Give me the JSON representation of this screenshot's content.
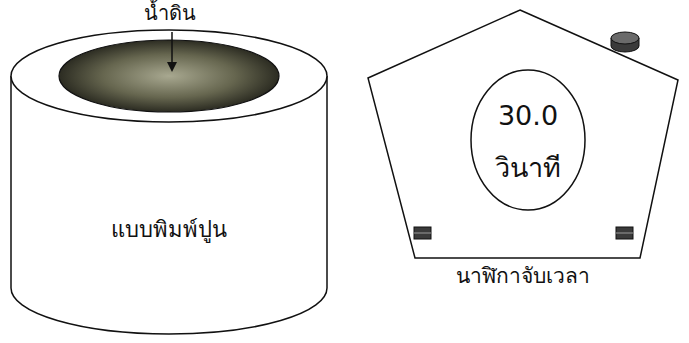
{
  "diagram": {
    "nodes": [
      {
        "text": [
          "แบบพิมพ์ปูน"
        ]
      },
      {
        "text": [
          "นาฬิกาจับเวลา"
        ]
      },
      {
        "text": [
          "30.0",
          "วินาที"
        ],
        "in": 1
      }
    ],
    "labels": [
      "น้ำดิน"
    ]
  }
}
